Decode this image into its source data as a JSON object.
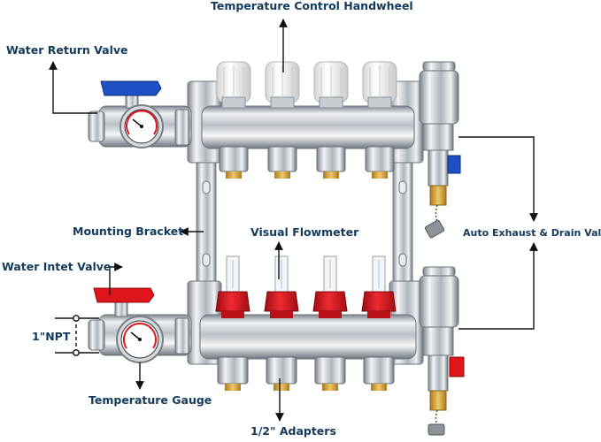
{
  "labels": {
    "handwheel": "Temperature Control Handwheel",
    "return_valve": "Water Return Valve",
    "bracket": "Mounting Bracket",
    "flowmeter": "Visual  Flowmeter",
    "auto_exhaust": "Auto Exhaust & Drain Valve",
    "inlet_valve": "Water Intet Valve",
    "npt": "1\"NPT",
    "gauge": "Temperature Gauge",
    "adapters": "1/2\" Adapters"
  },
  "colors": {
    "label_text": "#123a5c",
    "valve_handle_blue": "#1f4fc4",
    "valve_handle_red": "#e0151c",
    "flowmeter_red": "#d9141e",
    "chrome": "#c9ced3",
    "brass": "#d2a03c",
    "handwheel_white": "#f4f4f4"
  }
}
